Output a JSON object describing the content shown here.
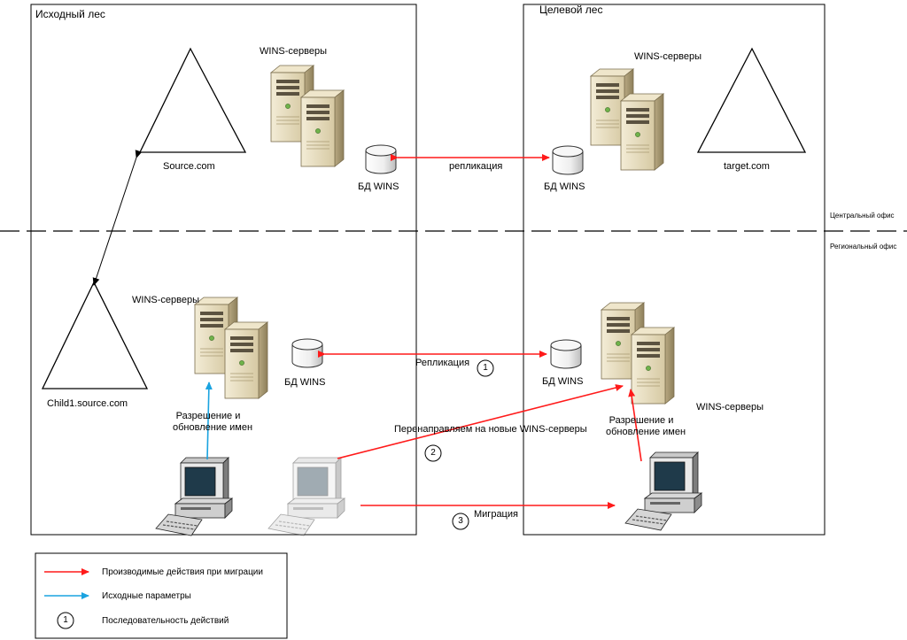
{
  "forests": {
    "source_label": "Исходный лес",
    "target_label": "Целевой лес"
  },
  "offices": {
    "central": "Центральный офис",
    "regional": "Региональный офис"
  },
  "domains": {
    "source": "Source.com",
    "target": "target.com",
    "child": "Child1.source.com"
  },
  "servers": {
    "source_central": "WINS-серверы",
    "target_central": "WINS-серверы",
    "source_regional": "WINS-серверы",
    "target_regional": "WINS-серверы"
  },
  "databases": {
    "source_central": "БД WINS",
    "target_central": "БД WINS",
    "source_regional": "БД WINS",
    "target_regional": "БД WINS"
  },
  "edges": {
    "replication_central": "репликация",
    "replication_regional": "Репликация",
    "redirect": "Перенаправляем на новые WINS-серверы",
    "migration": "Миграция",
    "resolve_left_1": "Разрешение и",
    "resolve_left_2": "обновление имен",
    "resolve_right_1": "Разрешение и",
    "resolve_right_2": "обновление имен"
  },
  "steps": [
    "1",
    "2",
    "3"
  ],
  "legend": {
    "red": "Производимые действия при миграции",
    "blue": "Исходные параметры",
    "step_symbol": "1",
    "sequence": "Последовательность действий"
  },
  "colors": {
    "migration_arrow": "#ff1a1a",
    "original_arrow": "#1aa3e0",
    "server_fill": "#e6dcc0",
    "server_shadow": "#a89a72"
  }
}
